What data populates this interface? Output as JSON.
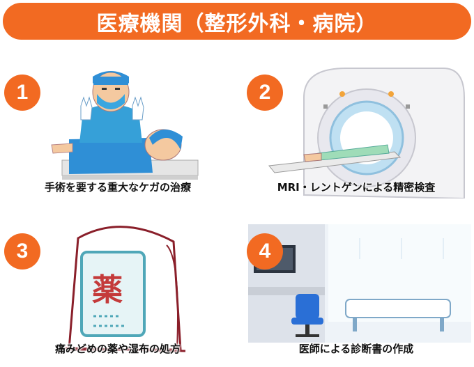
{
  "title": "医療機関（整形外科・病院）",
  "colors": {
    "accent": "#f26a22",
    "drug": "#c43a3a",
    "chair": "#2a6fd6"
  },
  "items": [
    {
      "number": "1",
      "caption": "手術を要する重大なケガの治療",
      "icon": "surgery-illustration"
    },
    {
      "number": "2",
      "caption": "MRI・レントゲンによる精密検査",
      "icon": "mri-scanner-illustration"
    },
    {
      "number": "3",
      "caption": "痛みどめの薬や湿布の処方",
      "icon": "medicine-bag-illustration",
      "label": "薬"
    },
    {
      "number": "4",
      "caption": "医師による診断書の作成",
      "icon": "clinic-room-illustration"
    }
  ]
}
